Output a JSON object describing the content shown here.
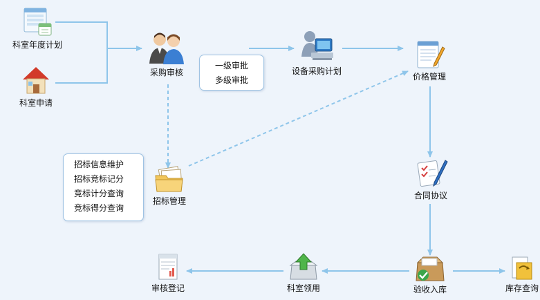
{
  "nodes": {
    "annual_plan": "科室年度计划",
    "dept_request": "科室申请",
    "purchase_review": "采购审核",
    "equipment_plan": "设备采购计划",
    "price_management": "价格管理",
    "contract_agreement": "合同协议",
    "tender_management": "招标管理",
    "receipt_storage": "验收入库",
    "dept_requisition": "科室领用",
    "review_register": "审核登记",
    "inventory_query": "库存查询"
  },
  "bubbles": {
    "review_levels": [
      "一级审批",
      "多级审批"
    ],
    "tender_functions": [
      "招标信息维护",
      "招标竞标记分",
      "竞标计分查询",
      "竞标得分查询"
    ]
  },
  "colors": {
    "background": "#eef4fb",
    "connector": "#8ec5ea",
    "bubble_border": "#9fc3e3"
  }
}
